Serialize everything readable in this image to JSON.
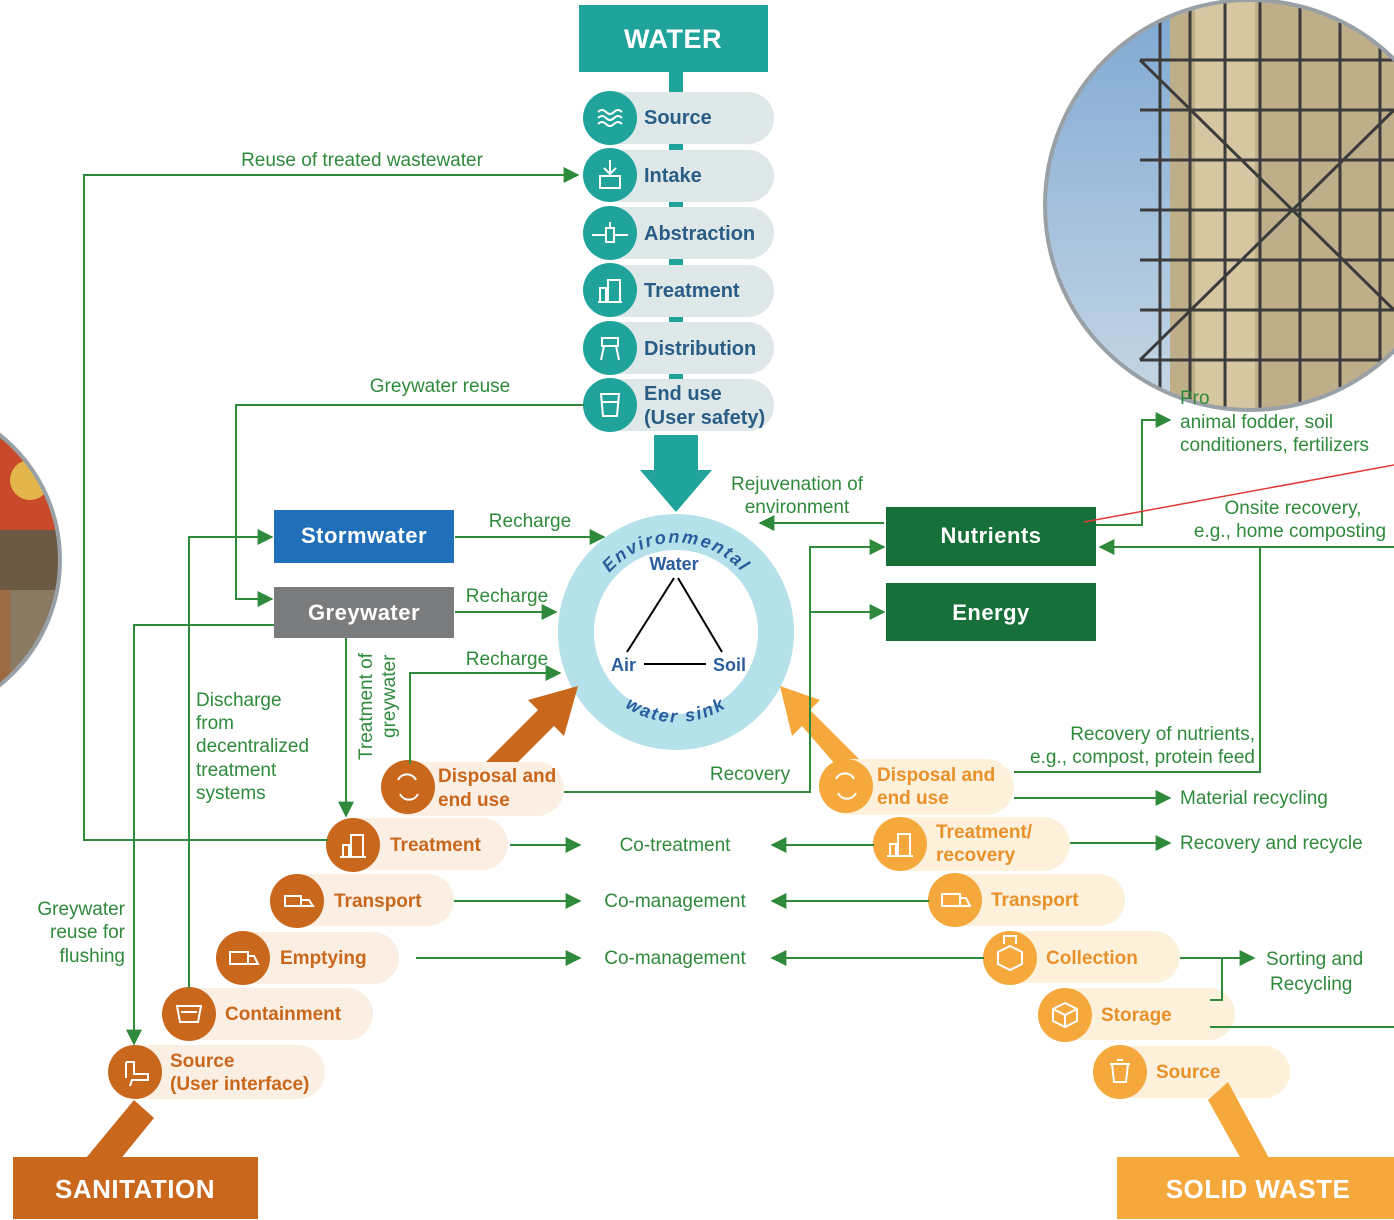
{
  "water": {
    "title": "WATER",
    "steps": [
      "Source",
      "Intake",
      "Abstraction",
      "Treatment",
      "Distribution",
      "End use",
      "(User safety)"
    ]
  },
  "sanitation": {
    "title": "SANITATION",
    "steps": [
      "Source",
      "(User interface)",
      "Containment",
      "Emptying",
      "Transport",
      "Treatment",
      "Disposal and",
      "end use"
    ]
  },
  "solid_waste": {
    "title": "SOLID WASTE",
    "steps": [
      "Source",
      "Storage",
      "Collection",
      "Transport",
      "Treatment/",
      "recovery",
      "Disposal and",
      "end use"
    ]
  },
  "boxes": {
    "stormwater": "Stormwater",
    "greywater": "Greywater",
    "nutrients": "Nutrients",
    "energy": "Energy"
  },
  "center": {
    "ring_top": "Environmental",
    "ring_bottom": "water sink",
    "water": "Water",
    "air": "Air",
    "soil": "Soil"
  },
  "labels": {
    "reuse_treated": "Reuse of treated wastewater",
    "greywater_reuse": "Greywater reuse",
    "recharge": "Recharge",
    "rejuvenation_1": "Rejuvenation of",
    "rejuvenation_2": "environment",
    "treatment_of": "Treatment of",
    "greywater_v": "greywater",
    "discharge": [
      "Discharge",
      "from",
      "decentralized",
      "treatment",
      "systems"
    ],
    "greywater_flush": [
      "Greywater",
      "reuse for",
      "flushing"
    ],
    "recovery": "Recovery",
    "co_treatment": "Co-treatment",
    "co_management": "Co-management",
    "recovery_nutrients_1": "Recovery of nutrients,",
    "recovery_nutrients_2": "e.g., compost, protein feed",
    "material_recycling": "Material recycling",
    "recovery_recycle": "Recovery and recycle",
    "sorting_1": "Sorting and",
    "sorting_2": "Recycling",
    "onsite_1": "Onsite recovery,",
    "onsite_2": "e.g., home composting",
    "products_1": "Pro",
    "products_2": "animal fodder, soil",
    "products_3": "conditioners, fertilizers"
  },
  "colors": {
    "water_teal": "#1fa39b",
    "water_pill": "#dfe8e8",
    "sanitation": "#c9671c",
    "sanitation_pill": "#fbeee3",
    "solid_waste": "#f5a83c",
    "solid_pill": "#fdf1dc",
    "stormwater": "#1f70b8",
    "greywater": "#7b7c7e",
    "nutrients": "#17703a",
    "arrow_green": "#2f8a3b",
    "ring": "#b4e1ea",
    "inner_text": "#2a5d9c"
  }
}
